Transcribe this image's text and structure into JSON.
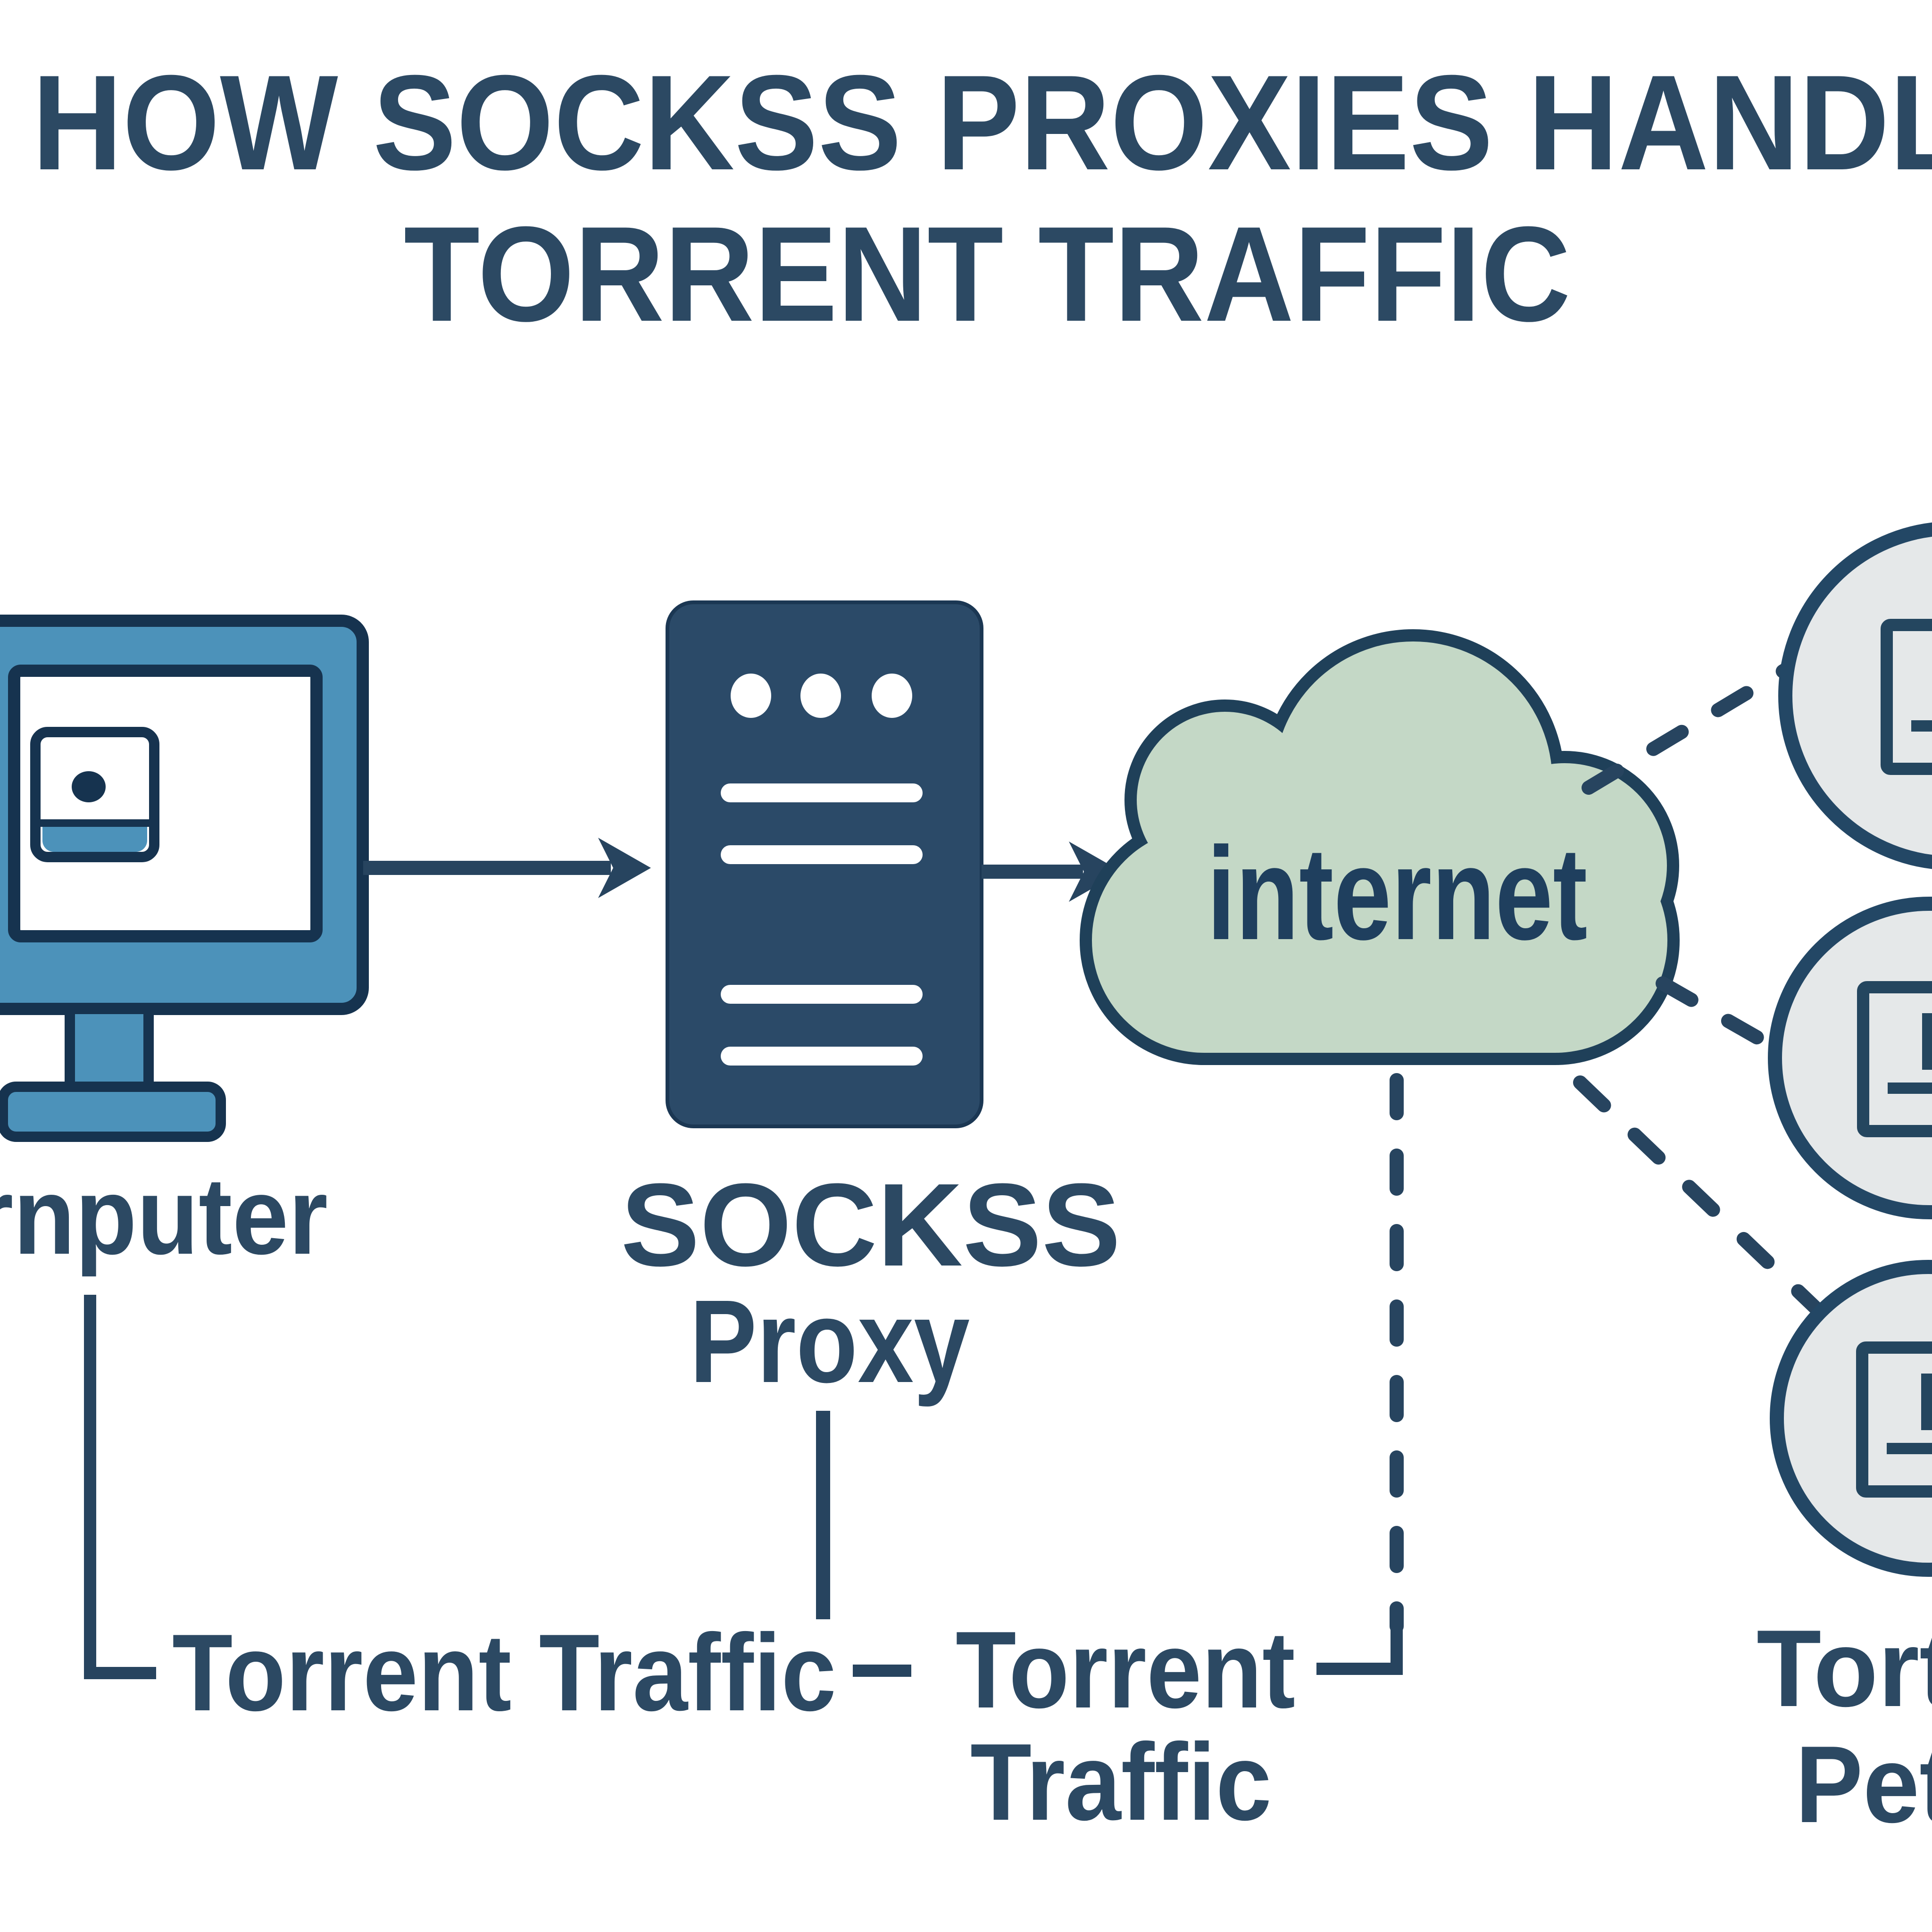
{
  "title": {
    "line1": "HOW SOCKSS PROXIES HANDL",
    "line2": "TORRENT TRAFFIC",
    "color": "#2c4963"
  },
  "diagram": {
    "computer": {
      "label": "rnputer",
      "body_color": "#4c92ba",
      "outline_color": "#16334f"
    },
    "proxy": {
      "label_line1": "SOCKSS",
      "label_line2": "Proxy",
      "body_color": "#2b4a68"
    },
    "internet": {
      "label": "internet",
      "body_color": "#c4d8c6",
      "outline_color": "#1f4059"
    },
    "peers": {
      "count": 3,
      "label_line1": "Tort",
      "label_line2": "Pet",
      "fill_color": "#e5e8e9",
      "outline_color": "#234765"
    },
    "flow_labels": {
      "computer_to_proxy": "Torrent Traffic",
      "internet_down_line1": "Torrent",
      "internet_down_line2": "Traffic"
    },
    "line_color": "#27445f"
  }
}
